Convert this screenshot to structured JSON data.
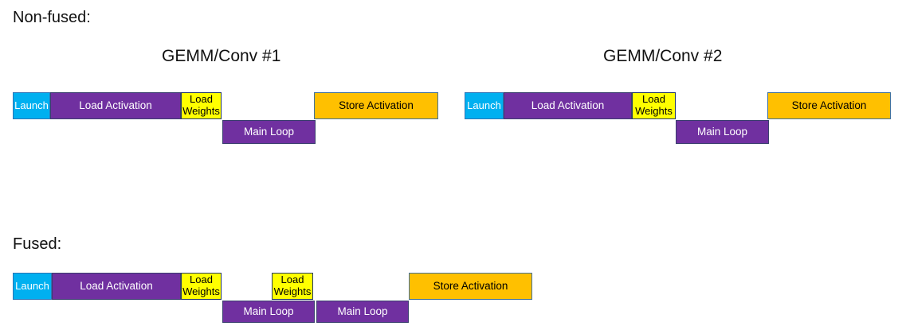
{
  "sections": [
    {
      "id": "non_fused",
      "heading": "Non-fused:",
      "groups": [
        {
          "title": "GEMM/Conv #1",
          "blocks": [
            {
              "label": "Launch",
              "type": "kernel-launch",
              "lane": "top"
            },
            {
              "label": "Load Activation",
              "type": "load-activation",
              "lane": "top"
            },
            {
              "label": "Load Weights",
              "type": "load-weights",
              "lane": "top"
            },
            {
              "label": "Main Loop",
              "type": "main-loop",
              "lane": "bottom"
            },
            {
              "label": "Store Activation",
              "type": "store-activation",
              "lane": "top"
            }
          ]
        },
        {
          "title": "GEMM/Conv #2",
          "blocks": [
            {
              "label": "Launch",
              "type": "kernel-launch",
              "lane": "top"
            },
            {
              "label": "Load Activation",
              "type": "load-activation",
              "lane": "top"
            },
            {
              "label": "Load Weights",
              "type": "load-weights",
              "lane": "top"
            },
            {
              "label": "Main Loop",
              "type": "main-loop",
              "lane": "bottom"
            },
            {
              "label": "Store Activation",
              "type": "store-activation",
              "lane": "top"
            }
          ]
        }
      ]
    },
    {
      "id": "fused",
      "heading": "Fused:",
      "groups": [
        {
          "title": "",
          "blocks": [
            {
              "label": "Launch",
              "type": "kernel-launch",
              "lane": "top"
            },
            {
              "label": "Load Activation",
              "type": "load-activation",
              "lane": "top"
            },
            {
              "label": "Load Weights",
              "type": "load-weights",
              "lane": "top"
            },
            {
              "label": "Load Weights",
              "type": "load-weights",
              "lane": "top"
            },
            {
              "label": "Main Loop",
              "type": "main-loop",
              "lane": "bottom"
            },
            {
              "label": "Main Loop",
              "type": "main-loop",
              "lane": "bottom"
            },
            {
              "label": "Store Activation",
              "type": "store-activation",
              "lane": "top"
            }
          ]
        }
      ]
    }
  ],
  "colors": {
    "launch_fill": "#00B0F0",
    "launch_border": "#2E75B6",
    "purple_fill": "#7030A0",
    "purple_border": "#3A3F6E",
    "weights_fill": "#FFFF00",
    "weights_border": "#24396B",
    "store_fill": "#FFC000",
    "store_border": "#41719C",
    "text_on_dark": "#FFFFFF",
    "text_on_light": "#000000",
    "heading_text": "#111111"
  }
}
